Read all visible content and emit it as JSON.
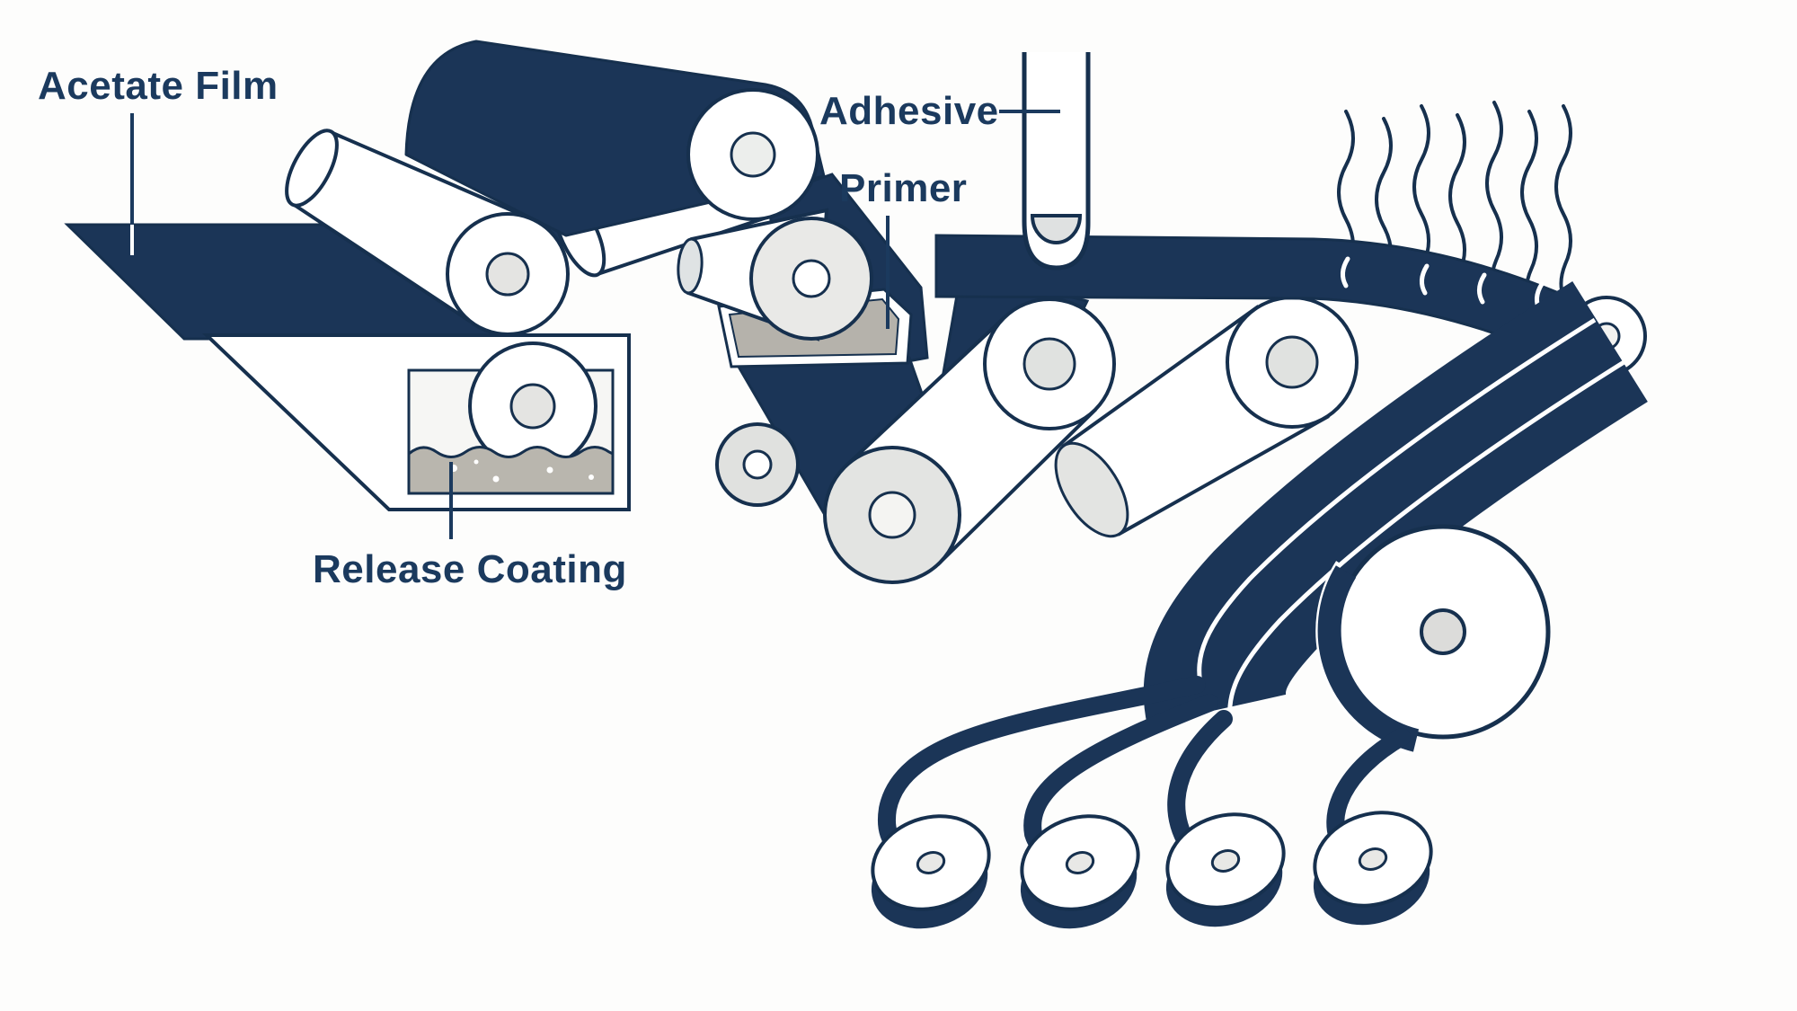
{
  "labels": {
    "acetate_film": "Acetate Film",
    "adhesive": "Adhesive",
    "primer": "Primer",
    "release_coating": "Release Coating"
  },
  "colors": {
    "navy": "#1b3557",
    "outline": "#16304e",
    "text": "#1b3a5e",
    "background": "#fdfdfc",
    "tray_liquid": "#b9b6ae",
    "primer_liquid": "#b5b2ab",
    "adhesive_liquid": "#dfe1e1",
    "roller_light": "#e9e9e7",
    "hole_gray": "#e4e4e2"
  },
  "parts": [
    "acetate-film-sheet",
    "feed-roller",
    "release-coating-tray",
    "dip-roller",
    "top-roller",
    "primer-roller",
    "primer-tray",
    "guide-roller",
    "adhesive-applicator",
    "support-roller-1",
    "support-roller-2",
    "steam-lines",
    "end-roller",
    "return-web-strips",
    "windup-roll",
    "product-roll-1",
    "product-roll-2",
    "product-roll-3",
    "product-roll-4"
  ]
}
